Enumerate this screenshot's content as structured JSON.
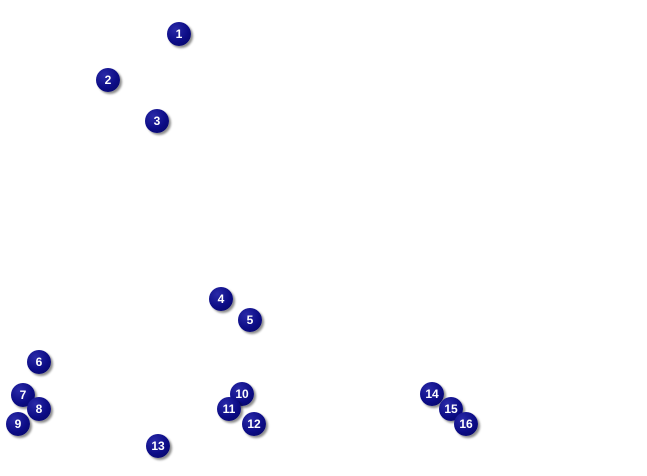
{
  "accent_color": "#0c0c86",
  "marker_text_color": "#ffffff",
  "markers": [
    {
      "label": "1"
    },
    {
      "label": "2"
    },
    {
      "label": "3"
    },
    {
      "label": "4"
    },
    {
      "label": "5"
    },
    {
      "label": "6"
    },
    {
      "label": "7"
    },
    {
      "label": "8"
    },
    {
      "label": "9"
    },
    {
      "label": "10"
    },
    {
      "label": "11"
    },
    {
      "label": "12"
    },
    {
      "label": "13"
    },
    {
      "label": "14"
    },
    {
      "label": "15"
    },
    {
      "label": "16"
    }
  ]
}
